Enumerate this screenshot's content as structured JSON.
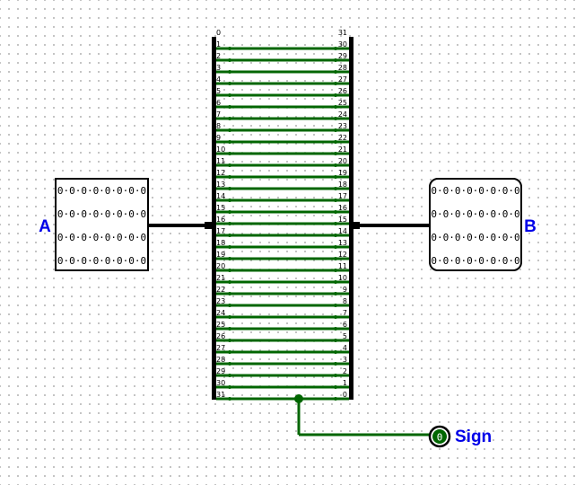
{
  "input_pin": {
    "label": "A",
    "rows": [
      "0·0·0·0·0·0·0·0",
      "0·0·0·0·0·0·0·0",
      "0·0·0·0·0·0·0·0",
      "0·0·0·0·0·0·0·0"
    ]
  },
  "output_pin": {
    "label": "B",
    "rows": [
      "0·0·0·0·0·0·0·0",
      "0·0·0·0·0·0·0·0",
      "0·0·0·0·0·0·0·0",
      "0·0·0·0·0·0·0·0"
    ]
  },
  "probe": {
    "label": "Sign",
    "value": "0"
  },
  "splitter": {
    "left_labels": [
      "0",
      "1",
      "2",
      "3",
      "4",
      "5",
      "6",
      "7",
      "8",
      "9",
      "10",
      "11",
      "12",
      "13",
      "14",
      "15",
      "16",
      "17",
      "18",
      "19",
      "20",
      "21",
      "22",
      "23",
      "24",
      "25",
      "26",
      "27",
      "28",
      "29",
      "30",
      "31"
    ],
    "right_labels": [
      "31",
      "30",
      "29",
      "28",
      "27",
      "26",
      "25",
      "24",
      "23",
      "22",
      "21",
      "20",
      "19",
      "18",
      "17",
      "16",
      "15",
      "14",
      "13",
      "12",
      "11",
      "10",
      "9",
      "8",
      "7",
      "6",
      "5",
      "4",
      "3",
      "2",
      "1",
      "0"
    ]
  },
  "colors": {
    "wire_bit": "#006600",
    "wire_bus": "#000000",
    "label": "#0000e8"
  }
}
